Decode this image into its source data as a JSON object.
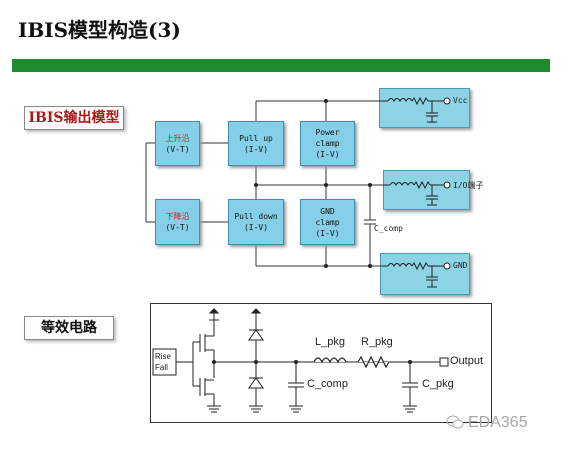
{
  "header": {
    "title": "IBIS模型构造(3)"
  },
  "section_model": {
    "label": "IBIS输出模型"
  },
  "section_circuit": {
    "label": "等效电路"
  },
  "blocks": {
    "rising": {
      "line1": "上升沿",
      "line2": "(V-T)"
    },
    "pullup": {
      "line1": "Pull up",
      "line2": "(I-V)"
    },
    "power_clamp": {
      "line1": "Power",
      "line2": "clamp",
      "line3": "(I-V)"
    },
    "falling": {
      "line1": "下降沿",
      "line2": "(V-T)"
    },
    "pulldown": {
      "line1": "Pull down",
      "line2": "(I-V)"
    },
    "gnd_clamp": {
      "line1": "GND",
      "line2": "clamp",
      "line3": "(I-V)"
    }
  },
  "ccomp_label": "C_comp",
  "pins": {
    "vcc": "Vcc",
    "io": "I/O端子",
    "gnd": "GND"
  },
  "circuit": {
    "rise": "Rise",
    "fall": "Fall",
    "l_pkg": "L_pkg",
    "r_pkg": "R_pkg",
    "c_comp": "C_comp",
    "c_pkg": "C_pkg",
    "output": "Output"
  },
  "watermark": "EDA365",
  "colors": {
    "title_bar": "#1e8b2e",
    "block_fill": "#86cfe9",
    "label_red": "#b01818"
  }
}
